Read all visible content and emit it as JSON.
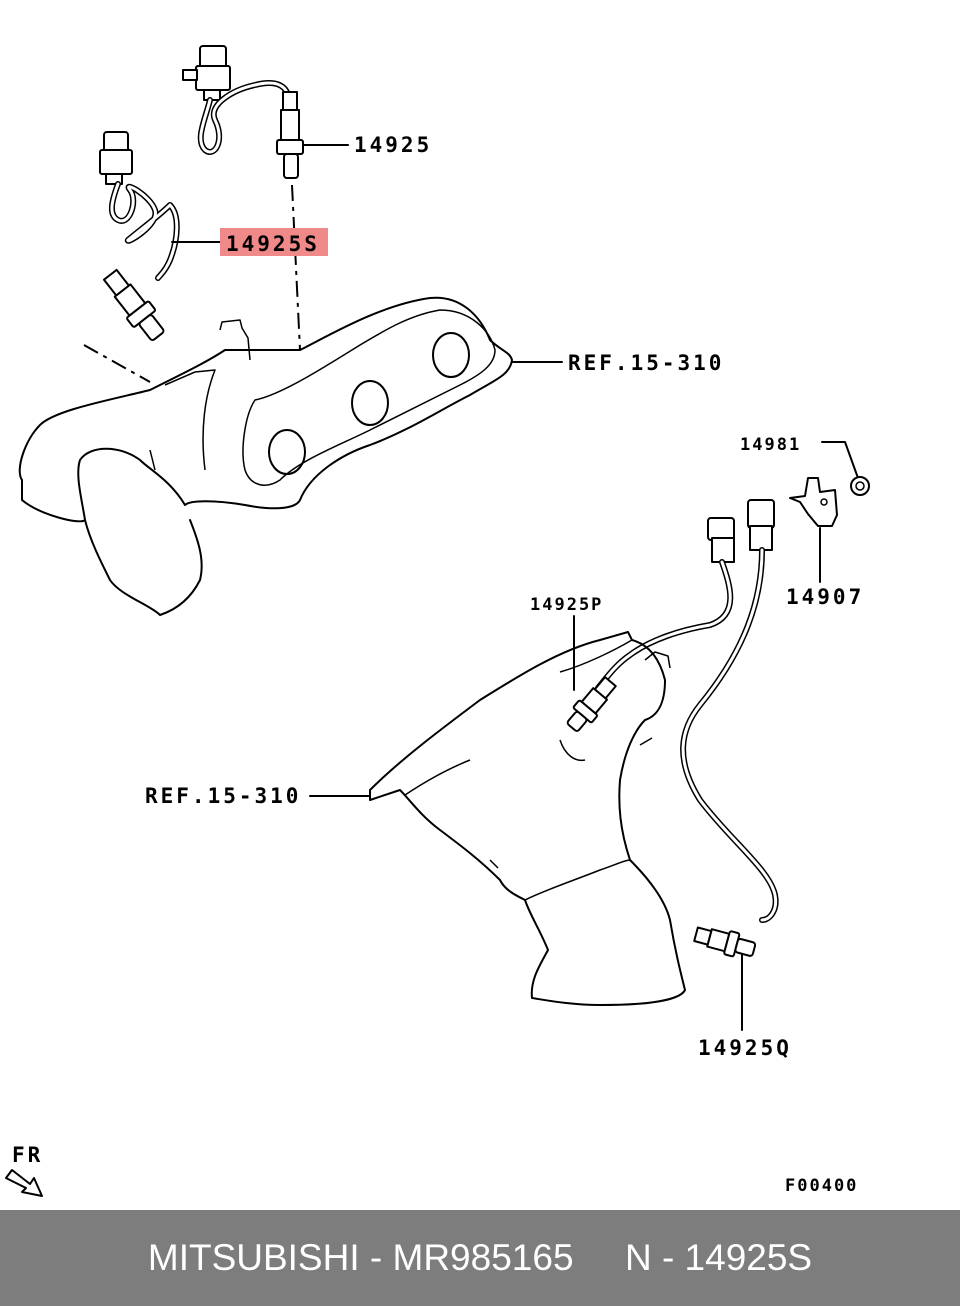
{
  "callouts": {
    "upper_sensor": "14925",
    "highlighted_sensor": "14925S",
    "ref_upper": "REF.15-310",
    "bolt": "14981",
    "bracket": "14907",
    "middle_sensor": "14925P",
    "ref_lower": "REF.15-310",
    "lower_sensor": "14925Q",
    "direction": "FR",
    "figure_code": "F00400"
  },
  "colors": {
    "highlight": "#f08a8a",
    "footer_bg": "#7d7d7d",
    "footer_text": "#ffffff"
  },
  "footer": {
    "brand": "MITSUBISHI",
    "separator": "-",
    "part_number": "MR985165",
    "position_code": "N - 14925S"
  }
}
